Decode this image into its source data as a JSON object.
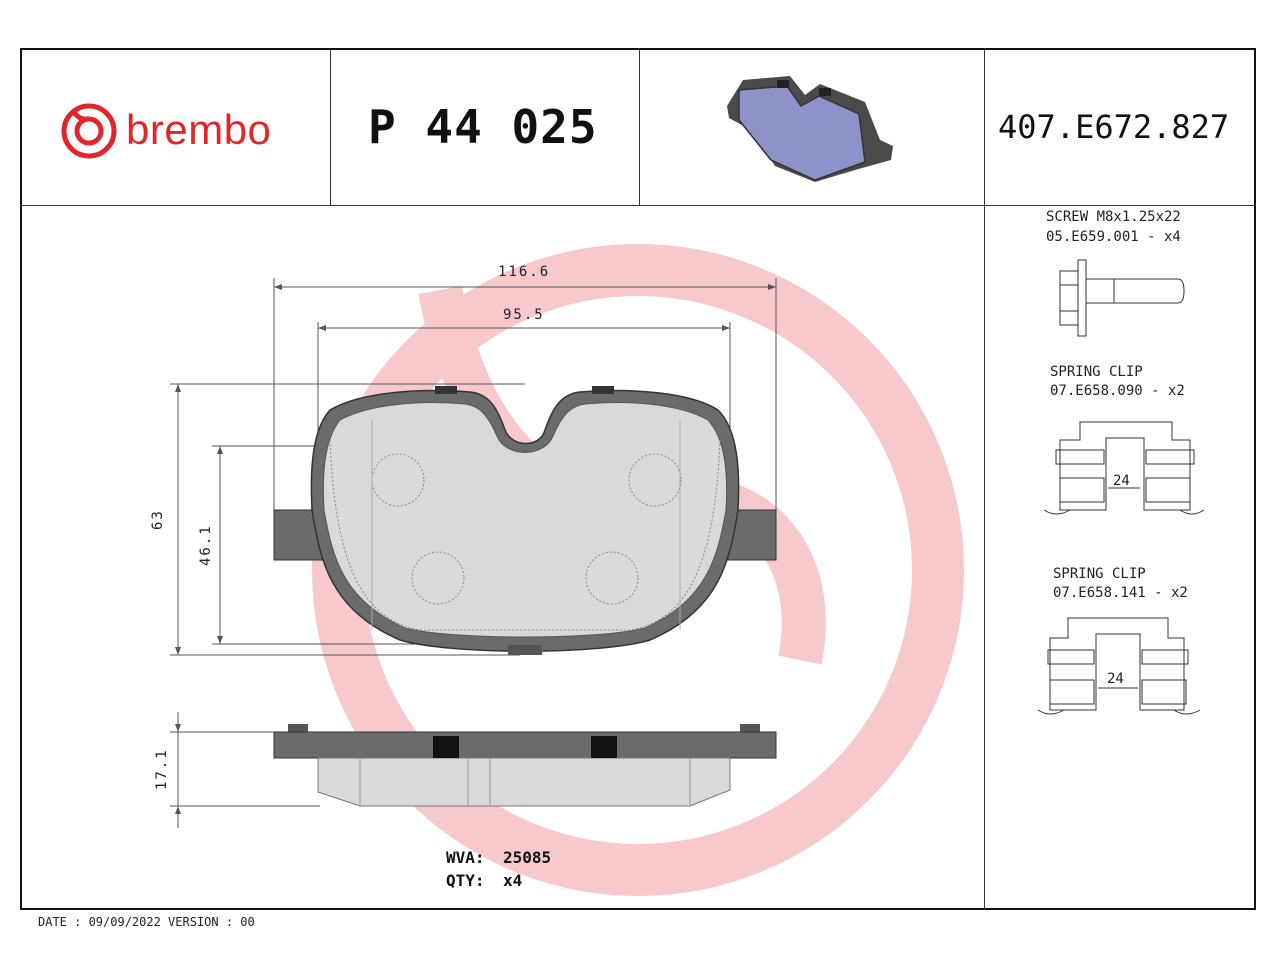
{
  "header": {
    "brand_name": "brembo",
    "part_number": "P 44 025",
    "reference_number": "407.E672.827"
  },
  "dimensions": {
    "width_overall": "116.6",
    "width_inner": "95.5",
    "height_overall": "63",
    "height_inner": "46.1",
    "thickness": "17.1"
  },
  "info": {
    "wva_label": "WVA:",
    "wva_value": "25085",
    "qty_label": "QTY:",
    "qty_value": "x4"
  },
  "accessories": [
    {
      "name": "SCREW M8x1.25x22",
      "code": "05.E659.001 - x4"
    },
    {
      "name": "SPRING CLIP",
      "code": "07.E658.090 - x2",
      "dimension": "24"
    },
    {
      "name": "SPRING CLIP",
      "code": "07.E658.141 - x2",
      "dimension": "24"
    }
  ],
  "footer": {
    "text": "DATE : 09/09/2022 VERSION : 00"
  },
  "colors": {
    "brand_red": "#e0262b",
    "watermark": "#f7c9cd",
    "pad_fill": "#d9d9d9",
    "backing_plate": "#6b6b6b",
    "pad_3d": "#8f92c9"
  },
  "icons": {
    "logo": "brembo-logo-icon",
    "pad_image": "brake-pad-3d-icon",
    "screw": "screw-icon",
    "clip": "spring-clip-icon"
  }
}
